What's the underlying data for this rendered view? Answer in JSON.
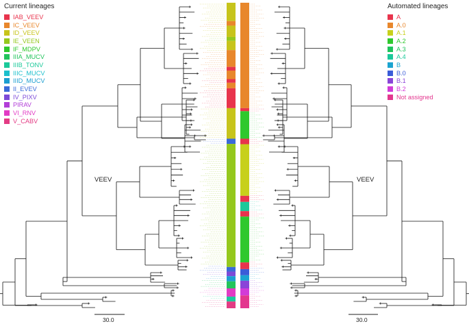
{
  "left_legend": {
    "title": "Current lineages",
    "items": [
      {
        "label": "IAB_VEEV",
        "color": "#e8344d"
      },
      {
        "label": "IC_VEEV",
        "color": "#e8872c"
      },
      {
        "label": "ID_VEEV",
        "color": "#c7c41b"
      },
      {
        "label": "IE_VEEN",
        "color": "#95c81d"
      },
      {
        "label": "IF_MDPV",
        "color": "#2fc82d"
      },
      {
        "label": "IIIA_MUCV",
        "color": "#22c45b"
      },
      {
        "label": "IIIB_TONV",
        "color": "#1bc99a"
      },
      {
        "label": "IIIC_MUCV",
        "color": "#1bbfcc"
      },
      {
        "label": "IIID_MUCV",
        "color": "#1b9ed0"
      },
      {
        "label": "II_EVEV",
        "color": "#3a6ad8"
      },
      {
        "label": "IV_PIXV",
        "color": "#7c4ad8"
      },
      {
        "label": "PIRAV",
        "color": "#b23ed8"
      },
      {
        "label": "VI_RNV",
        "color": "#e23bc4"
      },
      {
        "label": "V_CABV",
        "color": "#e33b84"
      }
    ]
  },
  "right_legend": {
    "title": "Automated lineages",
    "items": [
      {
        "label": "A",
        "color": "#e8344d"
      },
      {
        "label": "A.0",
        "color": "#e8872c"
      },
      {
        "label": "A.1",
        "color": "#c7d01b"
      },
      {
        "label": "A.2",
        "color": "#2fc82d"
      },
      {
        "label": "A.3",
        "color": "#1fc45b"
      },
      {
        "label": "A.4",
        "color": "#1bc99a"
      },
      {
        "label": "B",
        "color": "#1ba4d0"
      },
      {
        "label": "B.0",
        "color": "#3a5cd8"
      },
      {
        "label": "B.1",
        "color": "#8a44d8"
      },
      {
        "label": "B.2",
        "color": "#d23bd8"
      },
      {
        "label": "Not assigned",
        "color": "#e3378f"
      }
    ]
  },
  "clade_labels": {
    "left": "VEEV",
    "right": "VEEV"
  },
  "scale_bars": {
    "left": "30.0",
    "right": "30.0"
  },
  "left_bar_segments": [
    {
      "lineage": "ID_VEEV",
      "start": 0.0,
      "end": 0.06,
      "color": "#c7c41b"
    },
    {
      "lineage": "IC_VEEV",
      "start": 0.06,
      "end": 0.075,
      "color": "#e8872c"
    },
    {
      "lineage": "ID_VEEV",
      "start": 0.075,
      "end": 0.112,
      "color": "#c7c41b"
    },
    {
      "lineage": "IE_VEEN",
      "start": 0.112,
      "end": 0.125,
      "color": "#95c81d"
    },
    {
      "lineage": "ID_VEEV",
      "start": 0.125,
      "end": 0.155,
      "color": "#c7c41b"
    },
    {
      "lineage": "IC_VEEV",
      "start": 0.155,
      "end": 0.21,
      "color": "#e8872c"
    },
    {
      "lineage": "IAB_VEEV",
      "start": 0.21,
      "end": 0.222,
      "color": "#e8344d"
    },
    {
      "lineage": "IC_VEEV",
      "start": 0.222,
      "end": 0.25,
      "color": "#e8872c"
    },
    {
      "lineage": "IAB_VEEV",
      "start": 0.25,
      "end": 0.262,
      "color": "#e8344d"
    },
    {
      "lineage": "IC_VEEV",
      "start": 0.262,
      "end": 0.28,
      "color": "#e8872c"
    },
    {
      "lineage": "IAB_VEEV",
      "start": 0.28,
      "end": 0.345,
      "color": "#e8344d"
    },
    {
      "lineage": "ID_VEEV",
      "start": 0.345,
      "end": 0.445,
      "color": "#c7c41b"
    },
    {
      "lineage": "II_EVEV",
      "start": 0.445,
      "end": 0.462,
      "color": "#3a6ad8"
    },
    {
      "lineage": "IE_VEEN",
      "start": 0.462,
      "end": 0.865,
      "color": "#95c81d"
    },
    {
      "lineage": "II_EVEV",
      "start": 0.865,
      "end": 0.88,
      "color": "#3a6ad8"
    },
    {
      "lineage": "IV_PIXV",
      "start": 0.88,
      "end": 0.895,
      "color": "#7c4ad8"
    },
    {
      "lineage": "IIID_MUCV",
      "start": 0.895,
      "end": 0.912,
      "color": "#1b9ed0"
    },
    {
      "lineage": "IIIA_MUCV",
      "start": 0.912,
      "end": 0.935,
      "color": "#22c45b"
    },
    {
      "lineage": "VI_RNV",
      "start": 0.935,
      "end": 0.962,
      "color": "#e23bc4"
    },
    {
      "lineage": "IIIB_TONV",
      "start": 0.962,
      "end": 0.978,
      "color": "#1bc99a"
    },
    {
      "lineage": "V_CABV",
      "start": 0.978,
      "end": 1.0,
      "color": "#e33b84"
    }
  ],
  "right_bar_segments": [
    {
      "lineage": "A.0",
      "start": 0.0,
      "end": 0.345,
      "color": "#e8872c"
    },
    {
      "lineage": "A",
      "start": 0.345,
      "end": 0.355,
      "color": "#e8344d"
    },
    {
      "lineage": "A.2",
      "start": 0.355,
      "end": 0.445,
      "color": "#2fc82d"
    },
    {
      "lineage": "A",
      "start": 0.445,
      "end": 0.463,
      "color": "#e8344d"
    },
    {
      "lineage": "A.1",
      "start": 0.463,
      "end": 0.632,
      "color": "#c7d01b"
    },
    {
      "lineage": "A",
      "start": 0.632,
      "end": 0.652,
      "color": "#e8344d"
    },
    {
      "lineage": "A.4",
      "start": 0.652,
      "end": 0.682,
      "color": "#1bc99a"
    },
    {
      "lineage": "A",
      "start": 0.682,
      "end": 0.7,
      "color": "#e8344d"
    },
    {
      "lineage": "A.2",
      "start": 0.7,
      "end": 0.85,
      "color": "#2fc82d"
    },
    {
      "lineage": "A",
      "start": 0.85,
      "end": 0.872,
      "color": "#e8344d"
    },
    {
      "lineage": "B.0",
      "start": 0.872,
      "end": 0.892,
      "color": "#3a5cd8"
    },
    {
      "lineage": "B",
      "start": 0.892,
      "end": 0.91,
      "color": "#1ba4d0"
    },
    {
      "lineage": "B.1",
      "start": 0.91,
      "end": 0.935,
      "color": "#8a44d8"
    },
    {
      "lineage": "B.2",
      "start": 0.935,
      "end": 0.958,
      "color": "#d23bd8"
    },
    {
      "lineage": "Not assigned",
      "start": 0.958,
      "end": 1.0,
      "color": "#e3378f"
    }
  ]
}
